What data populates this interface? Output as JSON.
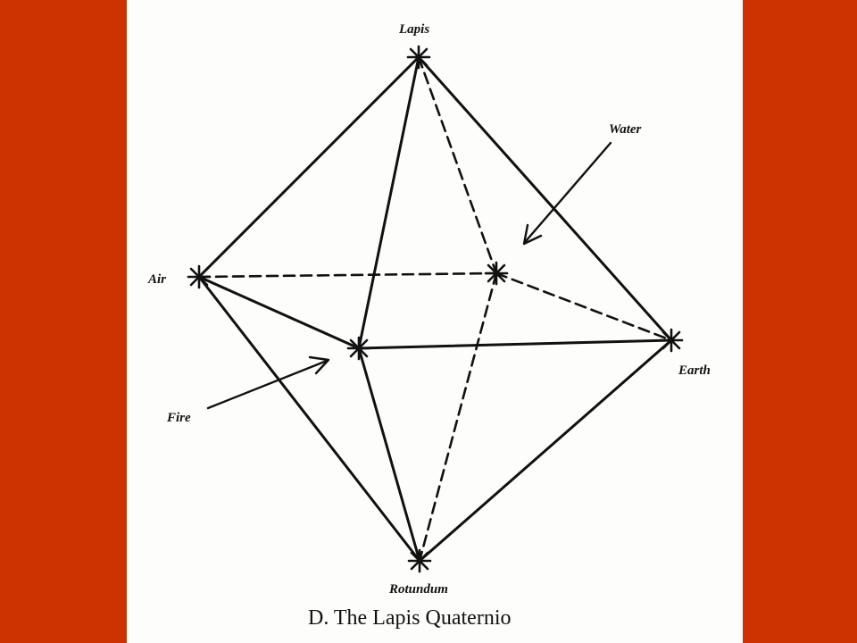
{
  "colors": {
    "frame": "#cc3300",
    "page": "#fdfdfb",
    "ink": "#111111"
  },
  "diagram": {
    "caption": "D. The Lapis Quaternio",
    "nodes": {
      "lapis": "Lapis",
      "water": "Water",
      "air": "Air",
      "earth": "Earth",
      "fire": "Fire",
      "rotundum": "Rotundum"
    }
  }
}
